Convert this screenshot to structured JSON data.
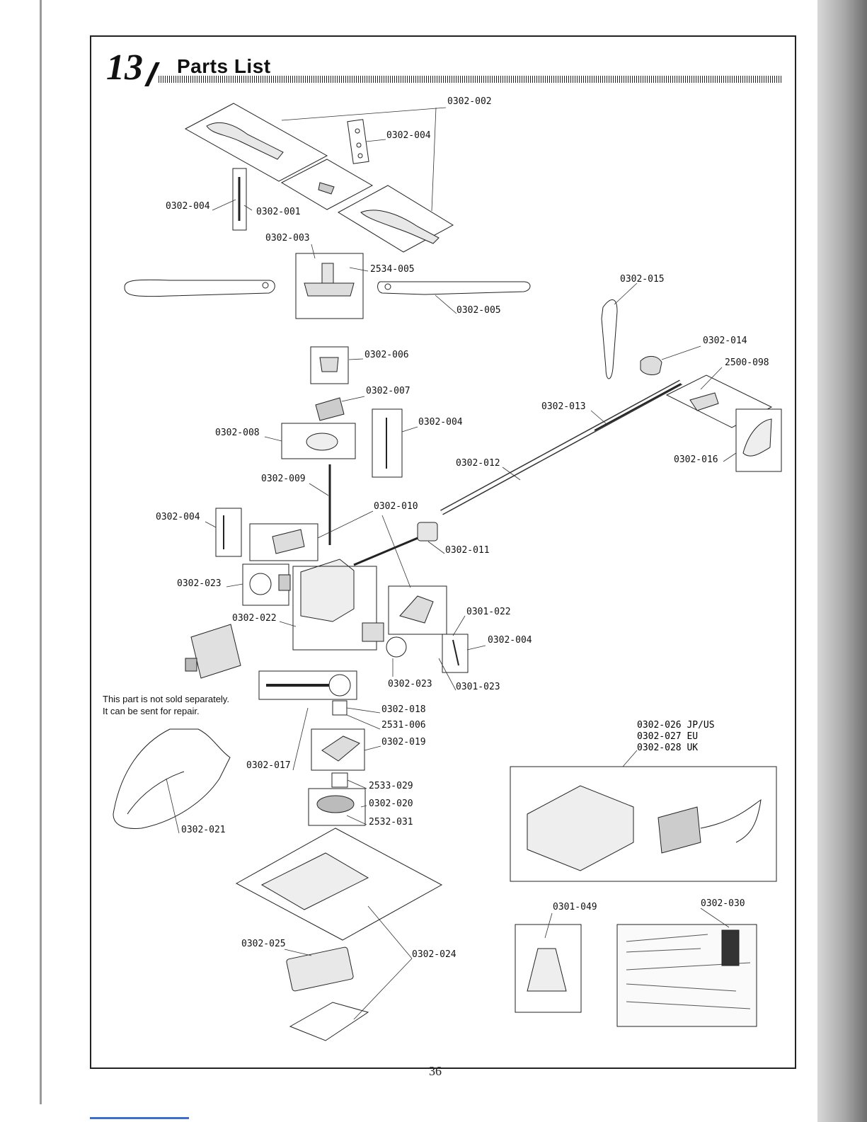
{
  "header": {
    "section_number": "13",
    "title": "Parts List"
  },
  "parts": {
    "p0302_002": "0302-002",
    "p0302_004_a": "0302-004",
    "p0302_004_b": "0302-004",
    "p0302_001": "0302-001",
    "p0302_003": "0302-003",
    "p2534_005": "2534-005",
    "p0302_005": "0302-005",
    "p0302_015": "0302-015",
    "p0302_014": "0302-014",
    "p2500_098": "2500-098",
    "p0302_006": "0302-006",
    "p0302_007": "0302-007",
    "p0302_013": "0302-013",
    "p0302_008": "0302-008",
    "p0302_004_c": "0302-004",
    "p0302_016": "0302-016",
    "p0302_012": "0302-012",
    "p0302_009": "0302-009",
    "p0302_010": "0302-010",
    "p0302_004_d": "0302-004",
    "p0302_011": "0302-011",
    "p0302_023_a": "0302-023",
    "p0302_022": "0302-022",
    "p0301_022": "0301-022",
    "p0302_004_e": "0302-004",
    "p0302_023_b": "0302-023",
    "p0301_023": "0301-023",
    "p0302_018": "0302-018",
    "p2531_006": "2531-006",
    "p0302_019": "0302-019",
    "p0302_017": "0302-017",
    "p2533_029": "2533-029",
    "p0302_020": "0302-020",
    "p2532_031": "2532-031",
    "p0302_021": "0302-021",
    "p0302_026": "0302-026 JP/US",
    "p0302_027": "0302-027 EU",
    "p0302_028": "0302-028 UK",
    "p0301_049": "0301-049",
    "p0302_030": "0302-030",
    "p0302_025": "0302-025",
    "p0302_024": "0302-024"
  },
  "note": {
    "line1": "This part is not sold separately.",
    "line2": "It can be sent for repair."
  },
  "footer": {
    "page_number": "36"
  }
}
